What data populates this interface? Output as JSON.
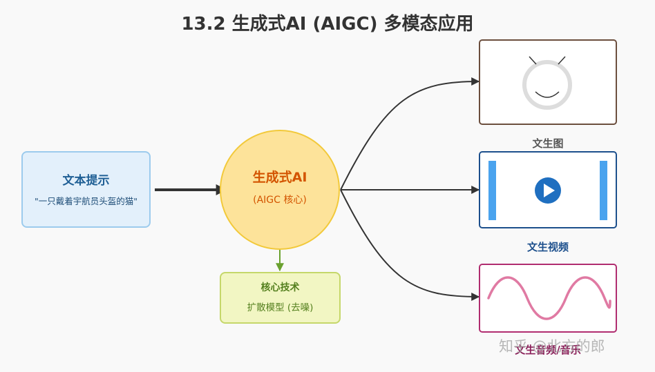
{
  "title": "13.2 生成式AI (AIGC) 多模态应用",
  "prompt": {
    "title": "文本提示",
    "text": "\"一只戴着宇航员头盔的猫\""
  },
  "core": {
    "title": "生成式AI",
    "subtitle": "(AIGC 核心)"
  },
  "technology": {
    "title": "核心技术",
    "text": "扩散模型 (去噪)"
  },
  "outputs": {
    "image": {
      "label": "文生图",
      "icon": "smiling-cat-face-icon"
    },
    "video": {
      "label": "文生视频",
      "icon": "play-button-icon"
    },
    "audio": {
      "label": "文生音频/音乐",
      "icon": "sine-wave-icon"
    }
  },
  "watermark": "知乎 @北方的郎",
  "colors": {
    "prompt_fill": "#e3f0fb",
    "core_fill": "#fde39a",
    "core_text": "#d35400",
    "tech_fill": "#f2f6c3",
    "image_border": "#6b4e3d",
    "video_border": "#1c4f8c",
    "audio_border": "#b02c6f",
    "arrow": "#333333"
  }
}
